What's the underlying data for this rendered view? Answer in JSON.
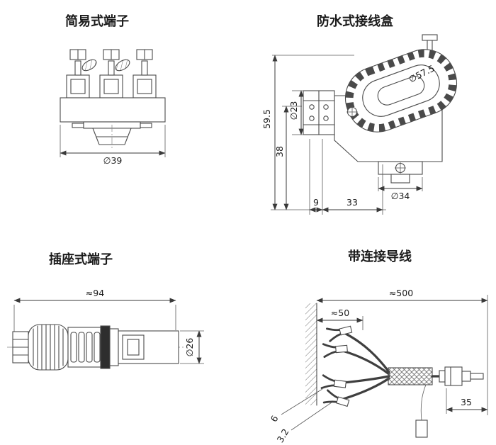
{
  "panels": {
    "simple": {
      "title": "简易式端子",
      "dia39": "∅39"
    },
    "waterproof": {
      "title": "防水式接线盒",
      "h59_5": "59.5",
      "h38": "38",
      "dia23": "∅23",
      "dia57_5": "∅57.5",
      "dia34": "∅34",
      "w9": "9",
      "w33": "33"
    },
    "socket": {
      "title": "插座式端子",
      "len94": "≈94",
      "dia26": "∅26"
    },
    "wired": {
      "title": "带连接导线",
      "len500": "≈500",
      "len50": "≈50",
      "len35": "35",
      "dia6": "6",
      "dia3_2": "3.2"
    }
  },
  "colors": {
    "stroke": "#4a4a4a",
    "background": "#ffffff"
  }
}
